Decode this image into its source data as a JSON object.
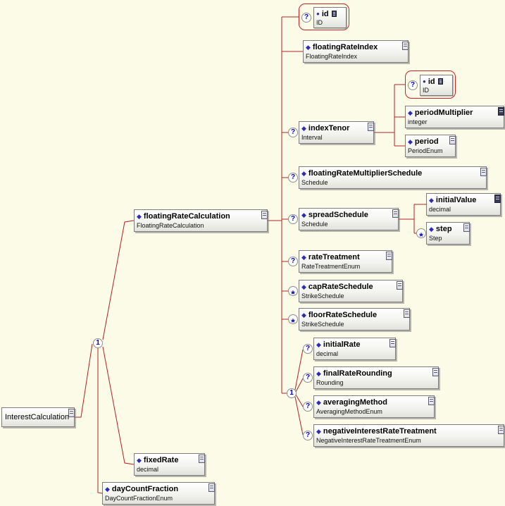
{
  "colors": {
    "background": "#fbfbe8",
    "connector": "#b22222",
    "attribute_frame": "#cc2222",
    "indicator_blue": "#0000cc"
  },
  "icons": {
    "element": "◆",
    "attribute": "●",
    "optional": "?",
    "repeats": "*",
    "sequence": "1"
  },
  "nodes": {
    "interestCalculation": {
      "name": "InterestCalculation"
    },
    "floatingRateCalculation": {
      "name": "floatingRateCalculation",
      "type": "FloatingRateCalculation"
    },
    "fixedRate": {
      "name": "fixedRate",
      "type": "decimal"
    },
    "dayCountFraction": {
      "name": "dayCountFraction",
      "type": "DayCountFractionEnum"
    },
    "idAttr1": {
      "name": "id",
      "type": "ID"
    },
    "floatingRateIndex": {
      "name": "floatingRateIndex",
      "type": "FloatingRateIndex"
    },
    "indexTenor": {
      "name": "indexTenor",
      "type": "Interval"
    },
    "idAttr2": {
      "name": "id",
      "type": "ID"
    },
    "periodMultiplier": {
      "name": "periodMultiplier",
      "type": "integer"
    },
    "period": {
      "name": "period",
      "type": "PeriodEnum"
    },
    "floatingRateMultiplierSchedule": {
      "name": "floatingRateMultiplierSchedule",
      "type": "Schedule"
    },
    "spreadSchedule": {
      "name": "spreadSchedule",
      "type": "Schedule"
    },
    "initialValue": {
      "name": "initialValue",
      "type": "decimal"
    },
    "step": {
      "name": "step",
      "type": "Step"
    },
    "rateTreatment": {
      "name": "rateTreatment",
      "type": "RateTreatmentEnum"
    },
    "capRateSchedule": {
      "name": "capRateSchedule",
      "type": "StrikeSchedule"
    },
    "floorRateSchedule": {
      "name": "floorRateSchedule",
      "type": "StrikeSchedule"
    },
    "initialRate": {
      "name": "initialRate",
      "type": "decimal"
    },
    "finalRateRounding": {
      "name": "finalRateRounding",
      "type": "Rounding"
    },
    "averagingMethod": {
      "name": "averagingMethod",
      "type": "AveragingMethodEnum"
    },
    "negativeInterestRateTreatment": {
      "name": "negativeInterestRateTreatment",
      "type": "NegativeInterestRateTreatmentEnum"
    }
  }
}
